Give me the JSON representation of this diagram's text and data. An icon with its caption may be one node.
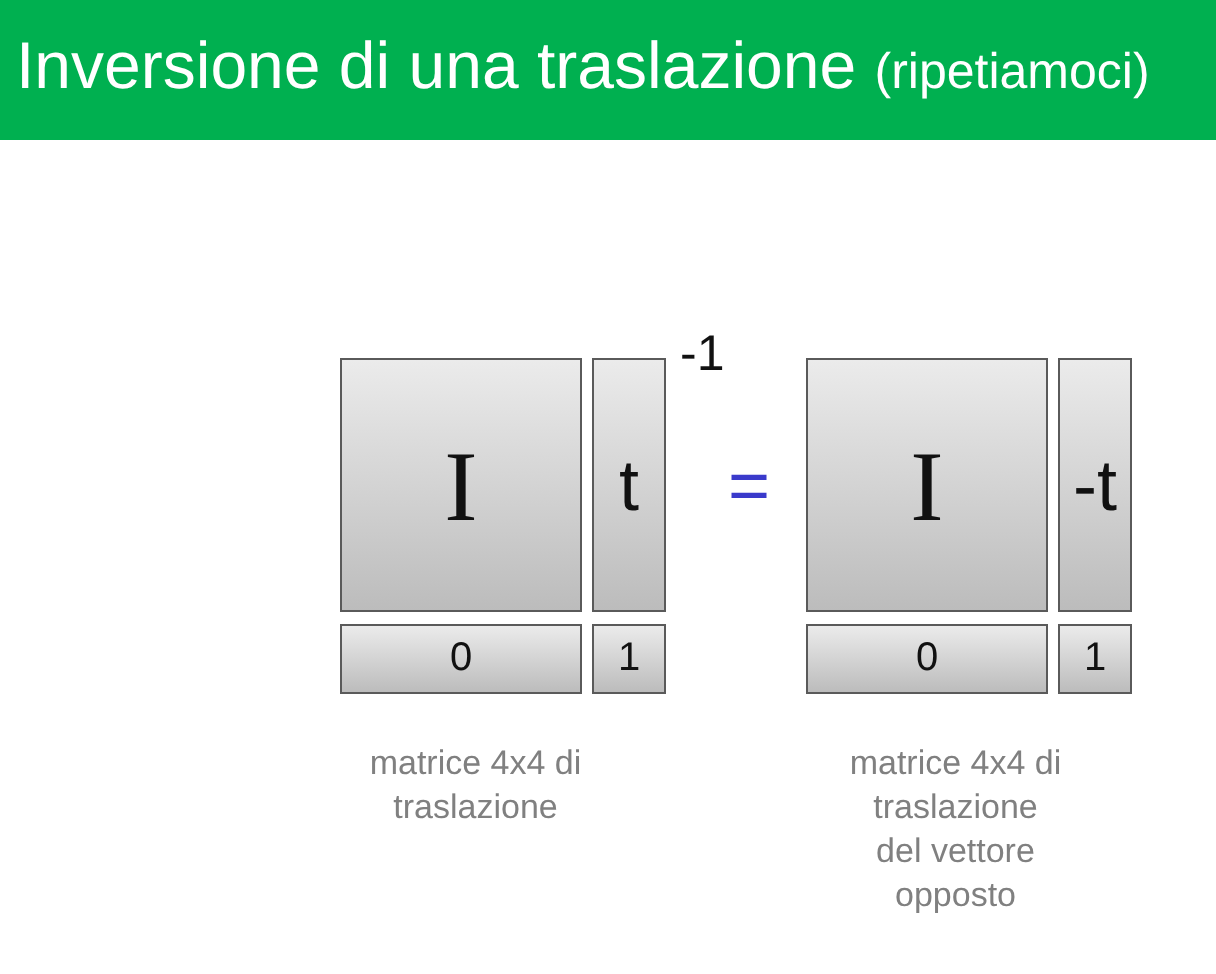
{
  "diagram": {
    "title": "Inversione di una traslazione (ripetiamoci)",
    "nodes": [
      {
        "text": [
          "I"
        ]
      },
      {
        "text": [
          "t"
        ]
      },
      {
        "text": [
          "0"
        ]
      },
      {
        "text": [
          "1"
        ]
      },
      {
        "text": [
          "I"
        ]
      },
      {
        "text": [
          "-t"
        ]
      },
      {
        "text": [
          "0"
        ]
      },
      {
        "text": [
          "1"
        ]
      }
    ],
    "labels": [
      "-1",
      "=",
      "matrice 4x4 di traslazione",
      "matrice 4x4 di traslazione del vettore opposto"
    ]
  }
}
